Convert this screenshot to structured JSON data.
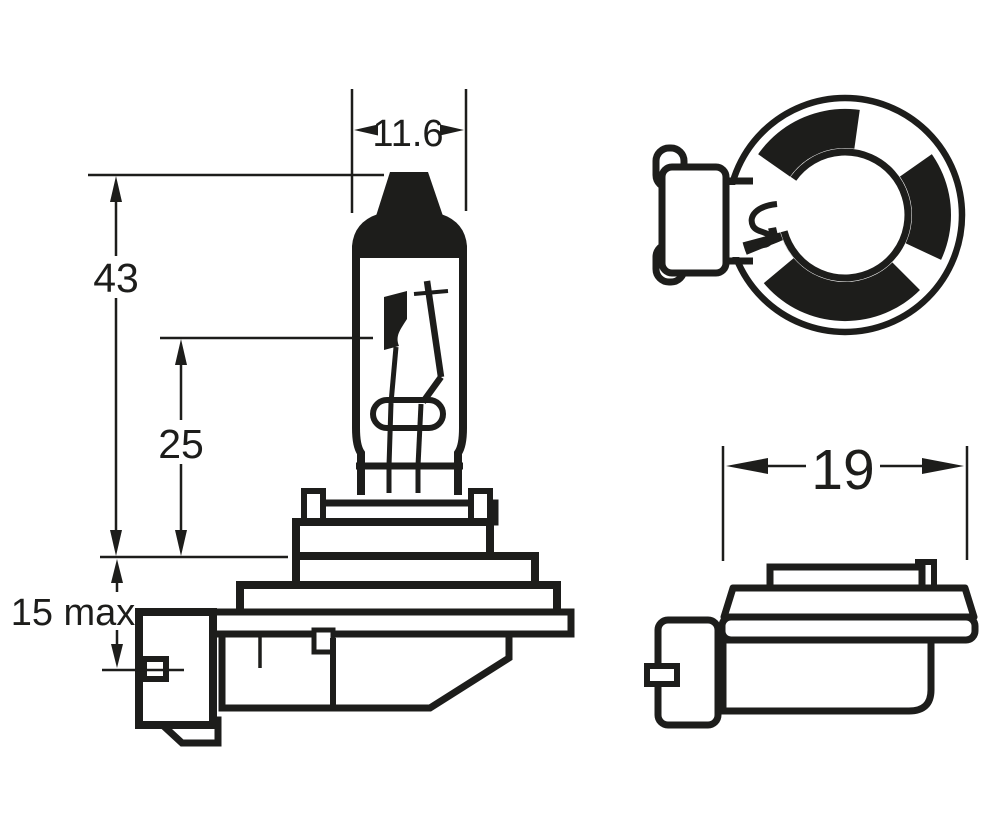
{
  "diagram": {
    "colors": {
      "ink": "#1d1d1b",
      "background": "#ffffff"
    },
    "dimension_labels": {
      "bulb_width": "11.6",
      "overall_length": "43",
      "light_center_length": "25",
      "lug_height": "15 max",
      "base_width": "19"
    }
  }
}
